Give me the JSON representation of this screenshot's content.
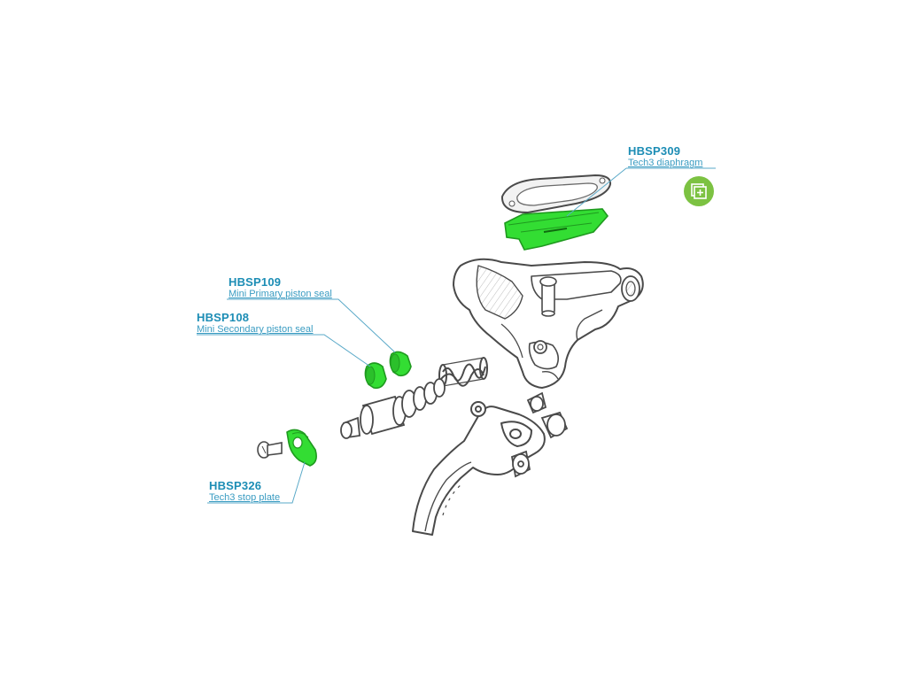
{
  "parts": [
    {
      "code": "HBSP309",
      "description": "Tech3 diaphragm"
    },
    {
      "code": "HBSP109",
      "description": "Mini Primary piston seal"
    },
    {
      "code": "HBSP108",
      "description": "Mini Secondary piston seal"
    },
    {
      "code": "HBSP326",
      "description": "Tech3 stop plate"
    }
  ],
  "colors": {
    "highlight": "#33dd33",
    "highlight_stroke": "#1f9a1f",
    "label": "#1c8db5",
    "outline": "#4a4a4a",
    "shade": "#d8d8d8",
    "badge": "#7cc242"
  },
  "badge_icon": "zoom-plus-icon"
}
